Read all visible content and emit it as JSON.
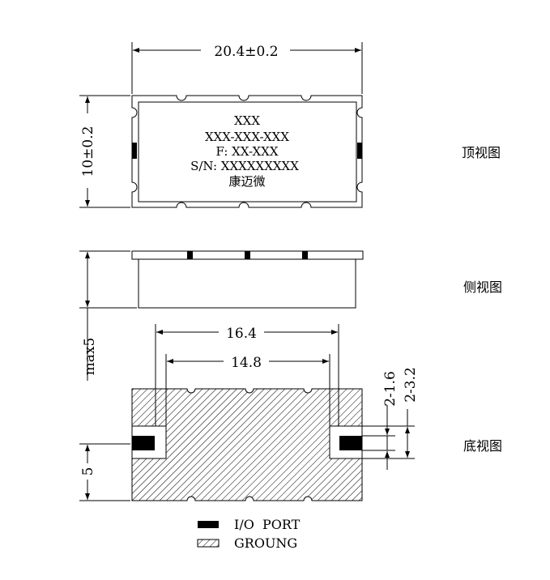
{
  "dimensions": {
    "width": "20.4±0.2",
    "height": "10±0.2",
    "max_height": "max5",
    "inner_outer": "16.4",
    "inner_inner": "14.8",
    "port_offset": "5",
    "port_small": "2-1.6",
    "port_large": "2-3.2"
  },
  "label_top": {
    "line1": "XXX",
    "line2": "XXX-XXX-XXX",
    "line3": "F: XX-XXX",
    "line4": "S/N: XXXXXXXXX",
    "line5": "康迈微"
  },
  "views": {
    "top": "顶视图",
    "side": "侧视图",
    "bottom": "底视图"
  },
  "legend": {
    "io_port": "I/O  PORT",
    "ground": "GROUNG"
  },
  "colors": {
    "line": "#000000",
    "hatch": "#000000",
    "background": "#ffffff"
  }
}
